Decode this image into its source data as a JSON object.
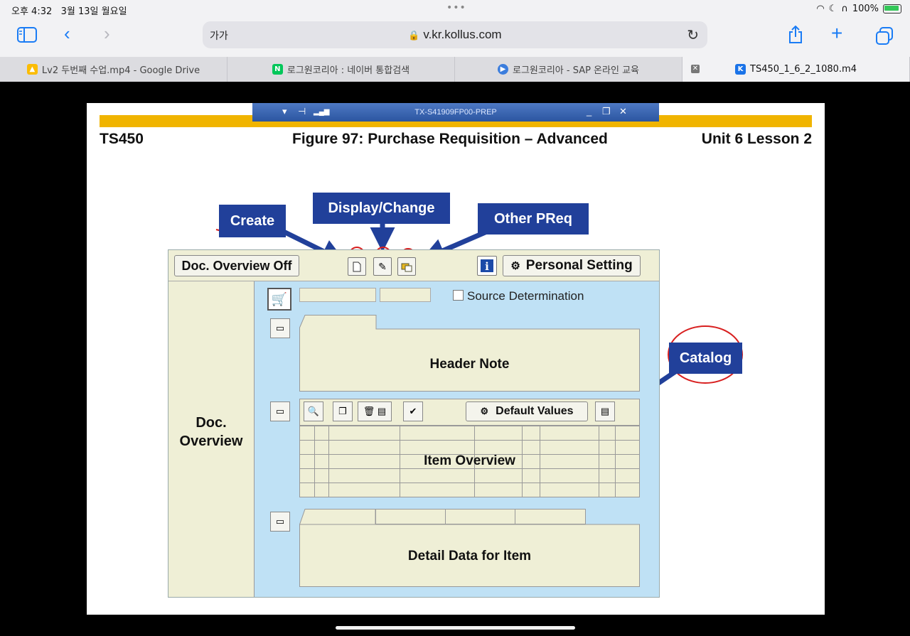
{
  "status_bar": {
    "time": "오후 4:32",
    "date": "3월 13일 월요일",
    "battery": "100%"
  },
  "browser": {
    "url": "v.kr.kollus.com",
    "text_size_label": "가가",
    "tabs": [
      {
        "title": "Lv2 두번째 수업.mp4 - Google Drive",
        "favicon": "drive-icon",
        "color": "#34a853"
      },
      {
        "title": "로그원코리아 : 네이버 통합검색",
        "favicon": "naver-icon",
        "color": "#03c75a"
      },
      {
        "title": "로그원코리아 - SAP 온라인 교육",
        "favicon": "play-icon",
        "color": "#3b7ddd"
      },
      {
        "title": "TS450_1_6_2_1080.m4",
        "favicon": "kollus-icon",
        "color": "#1a73e8"
      }
    ]
  },
  "slide": {
    "window_title": "TX-S41909FP00-PREP",
    "course": "TS450",
    "figure_title": "Figure 97: Purchase Requisition – Advanced",
    "unit": "Unit 6 Lesson 2",
    "callouts": {
      "create": "Create",
      "display_change": "Display/Change",
      "other_preq": "Other PReq",
      "catalog": "Catalog"
    },
    "screen": {
      "doc_overview_off": "Doc. Overview Off",
      "personal_setting": "Personal Setting",
      "source_determination": "Source Determination",
      "header_note": "Header Note",
      "doc_overview_line1": "Doc.",
      "doc_overview_line2": "Overview",
      "default_values": "Default Values",
      "item_overview": "Item Overview",
      "detail_data": "Detail Data for Item"
    }
  }
}
